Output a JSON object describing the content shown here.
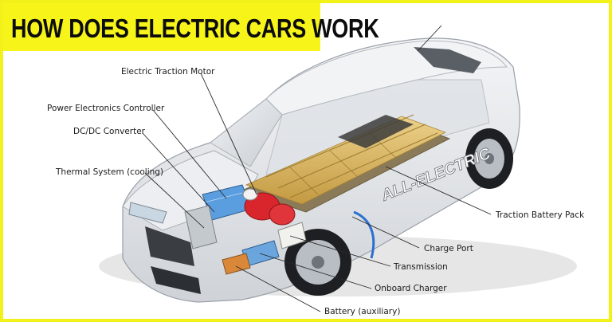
{
  "header": {
    "title": "HOW DOES ELECTRIC CARS WORK"
  },
  "car": {
    "side_text": "ALL-ELECTRIC"
  },
  "callouts": {
    "motor": "Electric Traction Motor",
    "power_electronics": "Power Electronics Controller",
    "dcdc": "DC/DC Converter",
    "thermal": "Thermal System (cooling)",
    "battery_pack": "Traction Battery Pack",
    "charge_port": "Charge Port",
    "transmission": "Transmission",
    "onboard_charger": "Onboard Charger",
    "aux_battery": "Battery (auxiliary)"
  },
  "colors": {
    "banner": "#f7f41a",
    "border": "#f2f21a",
    "battery_cells": "#d9b25a",
    "motor": "#d8262c",
    "power_module": "#4a90d9",
    "car_body": "#e9ebee"
  }
}
